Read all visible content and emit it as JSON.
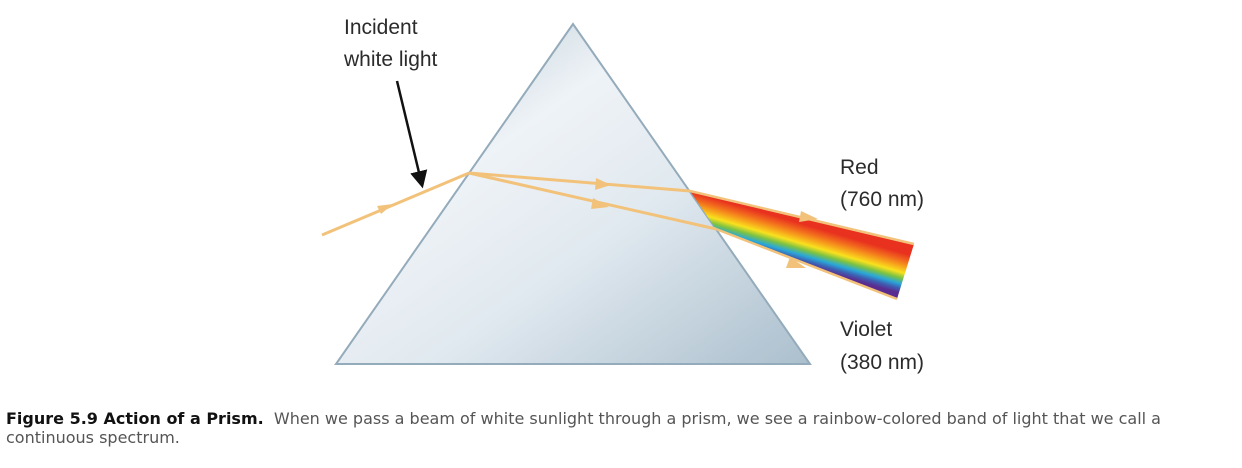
{
  "diagram": {
    "labels": {
      "incident_line1": "Incident",
      "incident_line2": "white light",
      "red_line1": "Red",
      "red_line2": "(760 nm)",
      "violet_line1": "Violet",
      "violet_line2": "(380 nm)"
    },
    "colors": {
      "prism_fill_light": "#eef3f7",
      "prism_fill_dark": "#a7bccb",
      "prism_edge": "#8fa7b8",
      "ray": "#f2c27a",
      "arrow": "#111111",
      "spectrum": [
        "#e8311f",
        "#f26b1d",
        "#f7a81b",
        "#f9e11e",
        "#7cc242",
        "#2aa8d8",
        "#3d5fb3",
        "#5b2c8f"
      ]
    }
  },
  "caption": {
    "label": "Figure 5.9 Action of a Prism.",
    "text": "When we pass a beam of white sunlight through a prism, we see a rainbow-colored band of light that we call a continuous spectrum."
  }
}
